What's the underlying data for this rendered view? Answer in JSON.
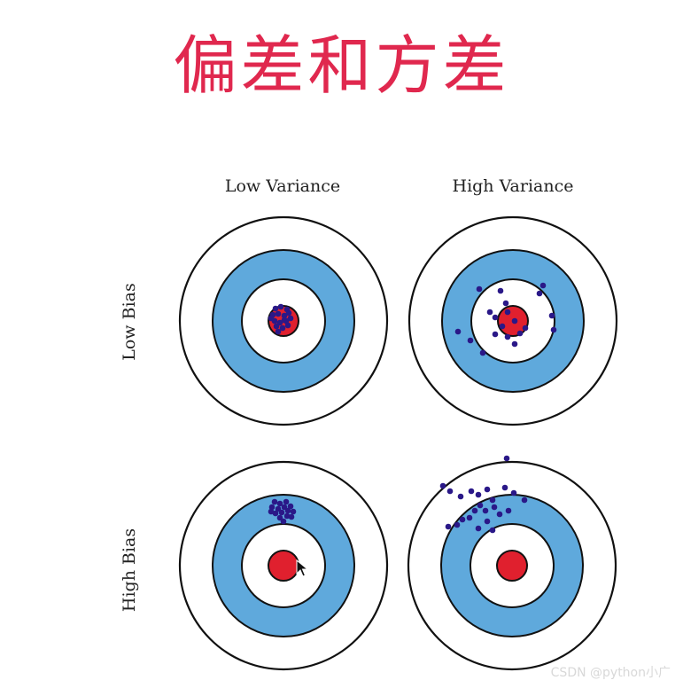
{
  "title": "偏差和方差",
  "colors": {
    "title": "#e0284e",
    "outer_ring": "#ffffff",
    "middle_ring": "#5fa9dc",
    "inner_ring": "#ffffff",
    "bullseye": "#e0202e",
    "dots": "#2a1888",
    "stroke": "#111111"
  },
  "columns": [
    "Low Variance",
    "High Variance"
  ],
  "rows": [
    "Low Bias",
    "High Bias"
  ],
  "targets": [
    {
      "name": "low-bias-low-variance",
      "row": 0,
      "col": 0
    },
    {
      "name": "low-bias-high-variance",
      "row": 0,
      "col": 1
    },
    {
      "name": "high-bias-low-variance",
      "row": 1,
      "col": 0
    },
    {
      "name": "high-bias-high-variance",
      "row": 1,
      "col": 1
    }
  ],
  "watermark": "CSDN @python小广",
  "icons": [
    "mouse-cursor-icon"
  ]
}
